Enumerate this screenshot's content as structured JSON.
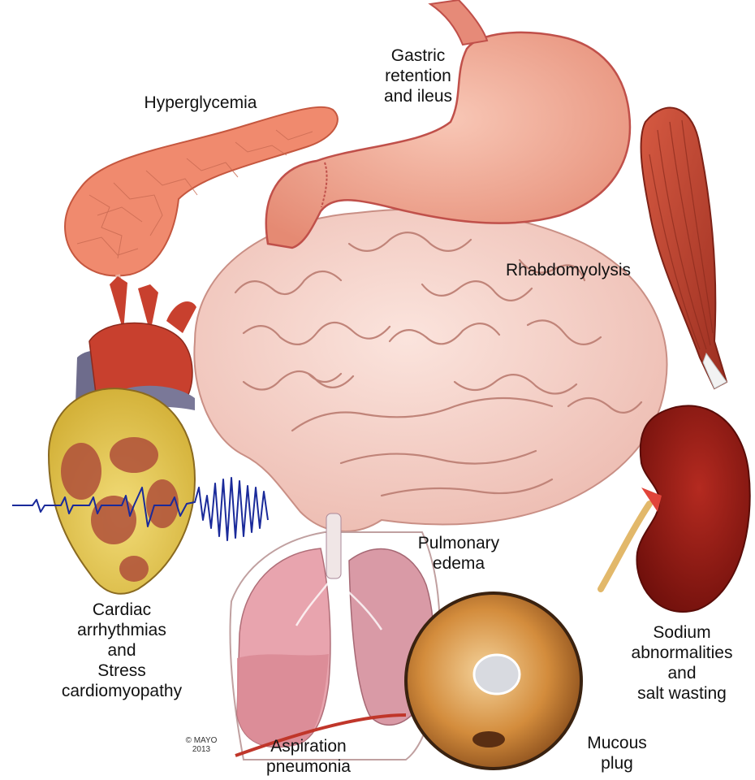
{
  "labels": {
    "hyperglycemia": [
      "Hyperglycemia"
    ],
    "gastric": [
      "Gastric",
      "retention",
      "and ileus"
    ],
    "rhabdo": [
      "Rhabdomyolysis"
    ],
    "pulmonary": [
      "Pulmonary",
      "edema"
    ],
    "cardiac": [
      "Cardiac",
      "arrhythmias",
      "and",
      "Stress",
      "cardiomyopathy"
    ],
    "sodium": [
      "Sodium",
      "abnormalities",
      "and",
      "salt wasting"
    ],
    "aspiration": [
      "Aspiration",
      "pneumonia"
    ],
    "mucous": [
      "Mucous",
      "plug"
    ]
  },
  "copyright": [
    "© MAYO",
    "2013"
  ],
  "icons": [
    "pancreas-icon",
    "stomach-icon",
    "muscle-icon",
    "brain-icon",
    "heart-icon",
    "ecg-trace-icon",
    "kidney-icon",
    "lungs-icon",
    "mucous-plug-icon"
  ],
  "colors": {
    "pancreas": "#f08a6e",
    "stomach": "#f3a791",
    "muscle": "#c04431",
    "brain": "#f6d3cc",
    "heart_red": "#c8402e",
    "heart_fat": "#e9cf55",
    "kidney": "#8f1a14",
    "lung": "#e8a4ae",
    "ecg": "#1a2a9a",
    "plug": "#d89a4c"
  }
}
